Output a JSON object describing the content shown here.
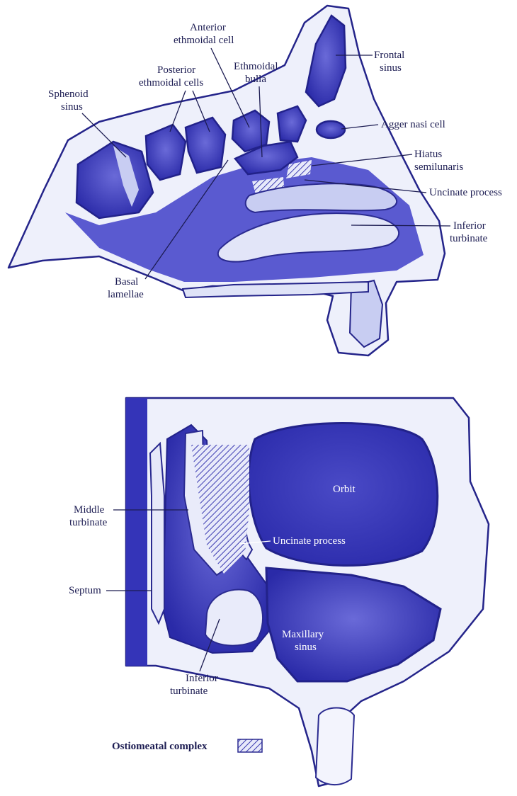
{
  "sagittal_labels": {
    "anterior_ethmoidal_cell": [
      "Anterior",
      "ethmoidal cell"
    ],
    "frontal_sinus": [
      "Frontal",
      "sinus"
    ],
    "posterior_ethmoidal_cells": [
      "Posterior",
      "ethmoidal cells"
    ],
    "ethmoidal_bulla": [
      "Ethmoidal",
      "bulla"
    ],
    "sphenoid_sinus": [
      "Sphenoid",
      "sinus"
    ],
    "agger_nasi_cell": "Agger nasi cell",
    "hiatus_semilunaris": [
      "Hiatus",
      "semilunaris"
    ],
    "uncinate_process": "Uncinate process",
    "inferior_turbinate": [
      "Inferior",
      "turbinate"
    ],
    "basal_lamellae": [
      "Basal",
      "lamellae"
    ]
  },
  "coronal_labels": {
    "orbit": "Orbit",
    "middle_turbinate": [
      "Middle",
      "turbinate"
    ],
    "uncinate_process": "Uncinate process",
    "septum": "Septum",
    "maxillary_sinus": [
      "Maxillary",
      "sinus"
    ],
    "inferior_turbinate": [
      "Inferior",
      "turbinate"
    ]
  },
  "legend": {
    "label": "Ostiomeatal complex"
  },
  "colors": {
    "bone": "#eef0fb",
    "cavity_dark": "#3434b8",
    "cavity_mid": "#5a5ad0",
    "outline": "#24248a",
    "label_text": "#1c1c52"
  }
}
